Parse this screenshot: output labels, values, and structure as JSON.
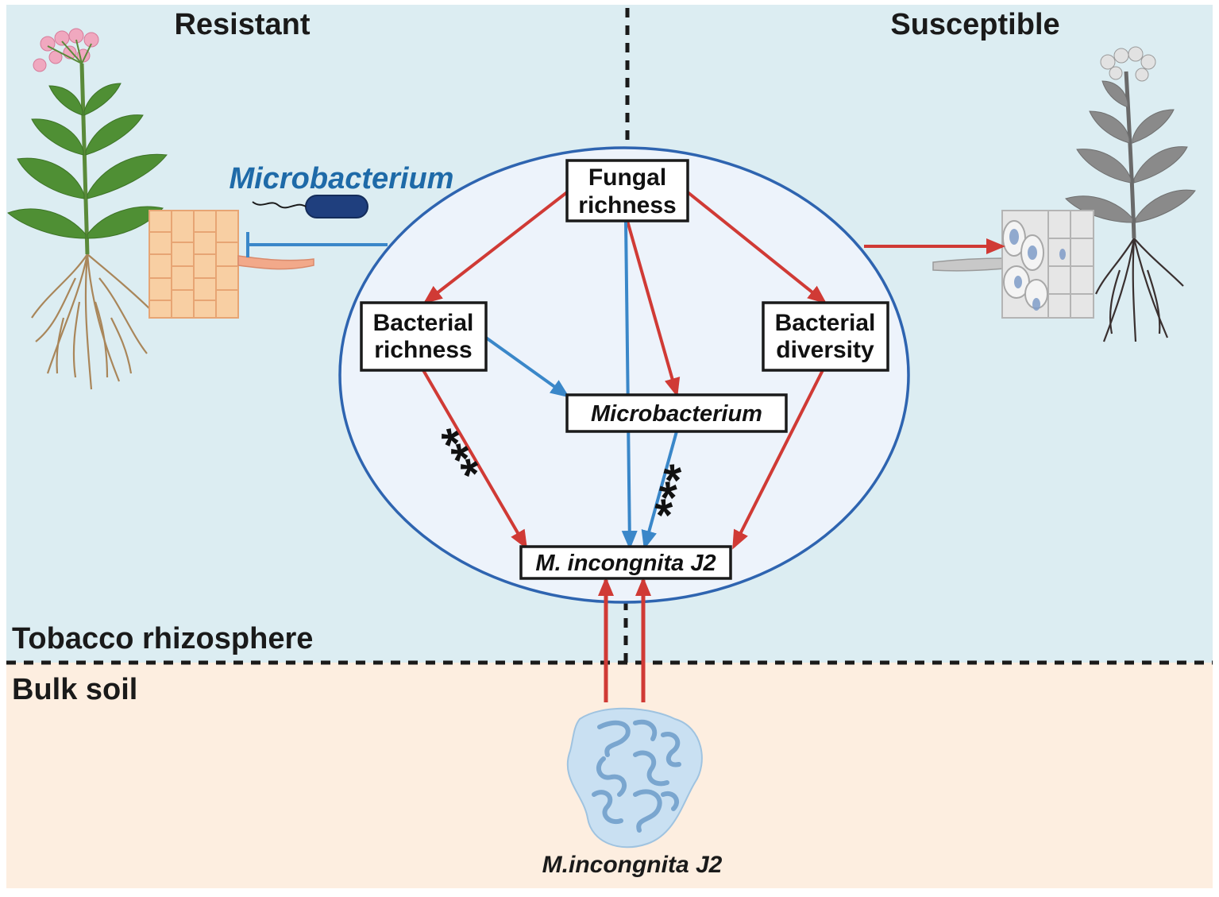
{
  "labels": {
    "resistant": "Resistant",
    "susceptible": "Susceptible",
    "rhizosphere": "Tobacco rhizosphere",
    "bulk_soil": "Bulk soil",
    "microbacterium_top": "Microbacterium",
    "nematode_caption": "M.incongnita J2"
  },
  "nodes": {
    "fungal_line1": "Fungal",
    "fungal_line2": "richness",
    "bact_rich_line1": "Bacterial",
    "bact_rich_line2": "richness",
    "bact_div_line1": "Bacterial",
    "bact_div_line2": "diversity",
    "microbacterium": "Microbacterium",
    "target": "M. incongnita J2"
  },
  "significance": {
    "left": "***",
    "right": "***"
  },
  "colors": {
    "rhizosphere_bg": "#dcedf2",
    "bulk_bg": "#fdeee0",
    "positive": "#d03a35",
    "negative": "#3a87c9",
    "ellipse": "#2e64b0",
    "microbacterium_text": "#1e6aa8"
  }
}
